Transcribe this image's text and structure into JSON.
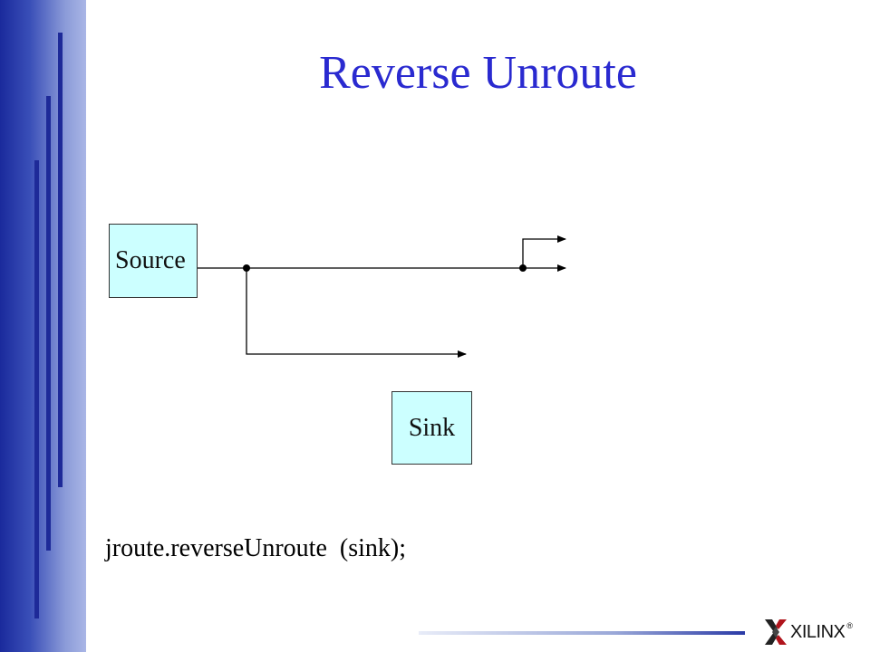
{
  "slide": {
    "title": "Reverse Unroute",
    "code": "jroute.reverseUnroute  (sink);"
  },
  "diagram": {
    "source_label": "Source",
    "sink_label": "Sink"
  },
  "logo": {
    "text": "XILINX",
    "registered_mark": "®"
  },
  "colors": {
    "title": "#2a2ad0",
    "block_fill": "#ccffff",
    "band_dark": "#1a2a9c",
    "band_light": "#aab6e6"
  }
}
